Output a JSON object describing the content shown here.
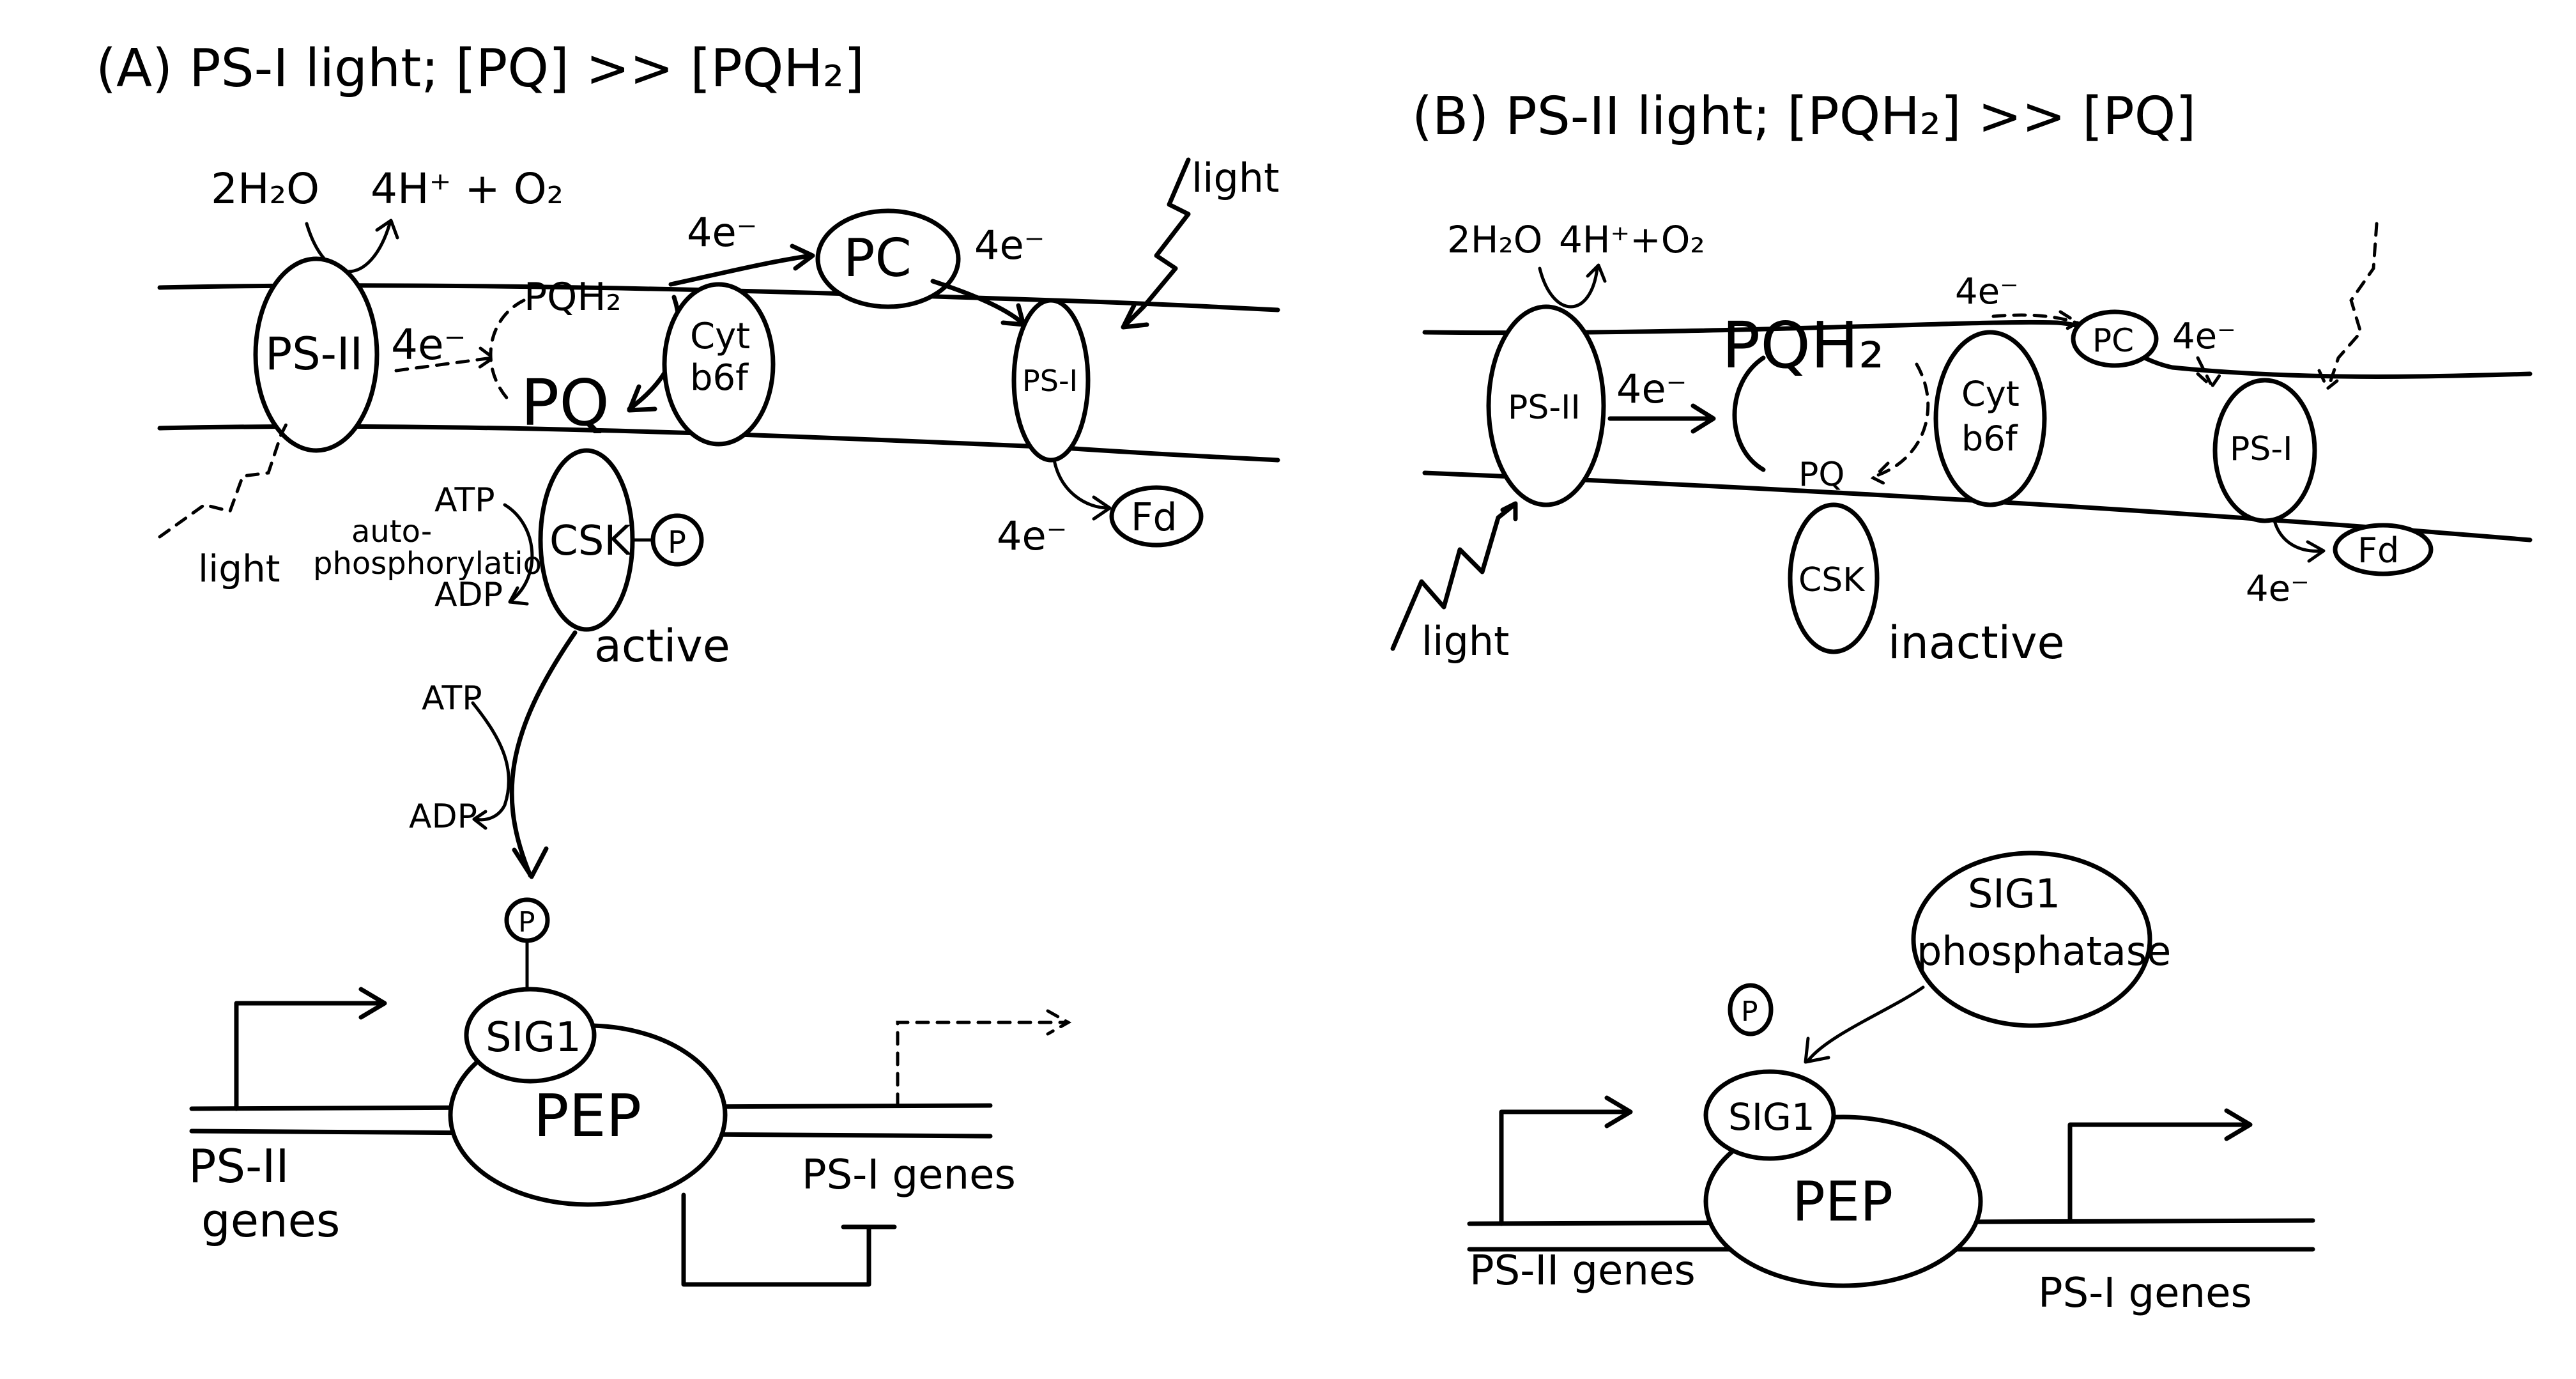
{
  "panel_a": {
    "title": "(A) PS-I light; [PQ] >> [PQH₂]",
    "water": "2H₂O",
    "products": "4H⁺ + O₂",
    "ps2": "PS-II",
    "e_ps2": "4e⁻",
    "pqh2": "PQH₂",
    "pq": "PQ",
    "cyt1": "Cyt",
    "cyt2": "b6f",
    "e_cyt_pc": "4e⁻",
    "pc": "PC",
    "e_pc_ps1": "4e⁻",
    "light_top": "light",
    "ps1": "PS-I",
    "e_fd": "4e⁻",
    "fd": "Fd",
    "light_bottom": "light",
    "atp1": "ATP",
    "auto1": "auto-",
    "auto2": "phosphorylation",
    "adp1": "ADP",
    "csk": "CSK",
    "p_csk": "P",
    "active": "active",
    "atp2": "ATP",
    "adp2": "ADP",
    "p_sig": "P",
    "sig1": "SIG1",
    "pep": "PEP",
    "ps2_genes1": "PS-II",
    "ps2_genes2": "genes",
    "ps1_genes": "PS-I genes"
  },
  "panel_b": {
    "title": "(B) PS-II light; [PQH₂] >> [PQ]",
    "water": "2H₂O",
    "products": "4H⁺+O₂",
    "ps2": "PS-II",
    "e_ps2": "4e⁻",
    "pqh2": "PQH₂",
    "pq": "PQ",
    "cyt1": "Cyt",
    "cyt2": "b6f",
    "e_cyt_pc": "4e⁻",
    "pc": "PC",
    "e_pc_ps1": "4e⁻",
    "ps1": "PS-I",
    "fd": "Fd",
    "e_fd": "4e⁻",
    "light": "light",
    "csk": "CSK",
    "inactive": "inactive",
    "phosphatase1": "SIG1",
    "phosphatase2": "phosphatase",
    "p_free": "P",
    "sig1": "SIG1",
    "pep": "PEP",
    "ps2_genes": "PS-II genes",
    "ps1_genes": "PS-I genes"
  }
}
